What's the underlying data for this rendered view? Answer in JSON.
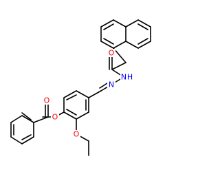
{
  "structure": {
    "atoms": {
      "o_carbonyl_amide": {
        "symbol": "O",
        "color": "#ff0000"
      },
      "n_amide": {
        "symbol": "N",
        "color": "#0000ff"
      },
      "n_hydrazone": {
        "symbol": "N",
        "color": "#0000ff"
      },
      "o_ester_carbonyl": {
        "symbol": "O",
        "color": "#ff0000"
      },
      "o_ester": {
        "symbol": "O",
        "color": "#ff0000"
      },
      "o_ether": {
        "symbol": "O",
        "color": "#ff0000"
      },
      "h_amide": {
        "symbol": "H",
        "color": "#0000ff"
      }
    },
    "bond_color": "#000000",
    "background_color": "#ffffff"
  }
}
